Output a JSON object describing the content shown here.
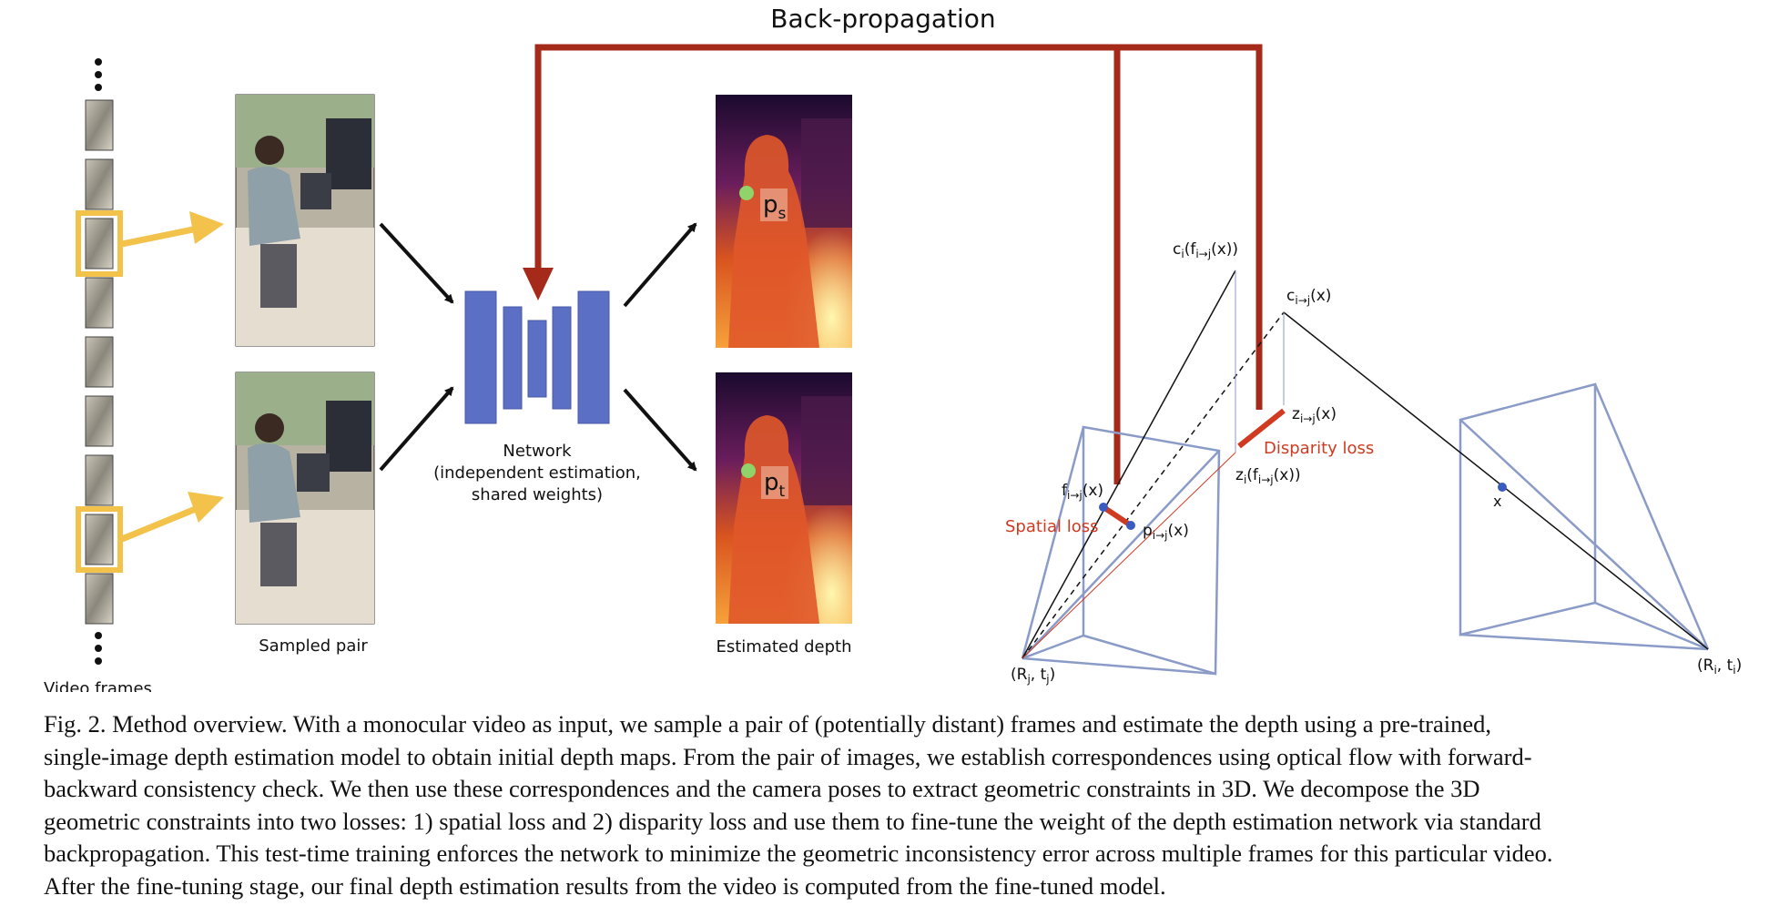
{
  "figure": {
    "backprop_label": "Back-propagation",
    "video_frames_label": "Video frames",
    "sampled_pair_label": "Sampled pair",
    "network_label_line1": "Network",
    "network_label_line2": "(independent estimation,",
    "network_label_line3": "shared weights)",
    "estimated_depth_label": "Estimated depth",
    "point_source_label": "p",
    "point_source_sub": "s",
    "point_target_label": "p",
    "point_target_sub": "t",
    "geometry": {
      "ci_label": "c",
      "ci_sub": "i",
      "ci_arg": "(f",
      "ci_arg_sub": "i→j",
      "ci_arg_end": "(x))",
      "cij_label": "c",
      "cij_sub": "i→j",
      "cij_end": "(x)",
      "zij_label": "z",
      "zij_sub": "i→j",
      "zij_end": "(x)",
      "zi_label": "z",
      "zi_sub": "i",
      "zi_arg": "(f",
      "zi_arg_sub": "i→j",
      "zi_arg_end": "(x))",
      "fij_label": "f",
      "fij_sub": "i→j",
      "fij_end": "(x)",
      "pij_label": "p",
      "pij_sub": "i→j",
      "pij_end": "(x)",
      "x_label": "x",
      "spatial_loss_label": "Spatial loss",
      "disparity_loss_label": "Disparity loss",
      "cam_j_label": "(R",
      "cam_j_sub": "j",
      "cam_j_mid": ", t",
      "cam_j_sub2": "j",
      "cam_j_end": ")",
      "cam_i_label": "(R",
      "cam_i_sub": "i",
      "cam_i_mid": ", t",
      "cam_i_sub2": "i",
      "cam_i_end": ")"
    },
    "colors": {
      "backprop_red": "#a52a1a",
      "loss_red": "#d03a20",
      "network_blue": "#5b6fc4",
      "frustum_blue": "#8a9bc8",
      "highlight_yellow": "#f2c24a",
      "point_green": "#8fd36a",
      "point_blue": "#3c5bbf"
    }
  },
  "caption": {
    "line1": "Fig. 2.  Method overview. With a monocular video as input, we sample a pair of (potentially distant) frames and estimate the depth using a pre-trained,",
    "line2": "single-image depth estimation model to obtain initial depth maps. From the pair of images, we establish correspondences using optical flow with forward-",
    "line3": "backward consistency check. We then use these correspondences and the camera poses to extract geometric constraints in 3D. We decompose the 3D",
    "line4": "geometric constraints into two losses: 1) spatial loss and 2) disparity loss and use them to fine-tune the weight of the depth estimation network via standard",
    "line5": "backpropagation. This test-time training enforces the network to minimize the geometric inconsistency error across multiple frames for this particular video.",
    "line6": "After the fine-tuning stage, our final depth estimation results from the video is computed from the fine-tuned model."
  }
}
